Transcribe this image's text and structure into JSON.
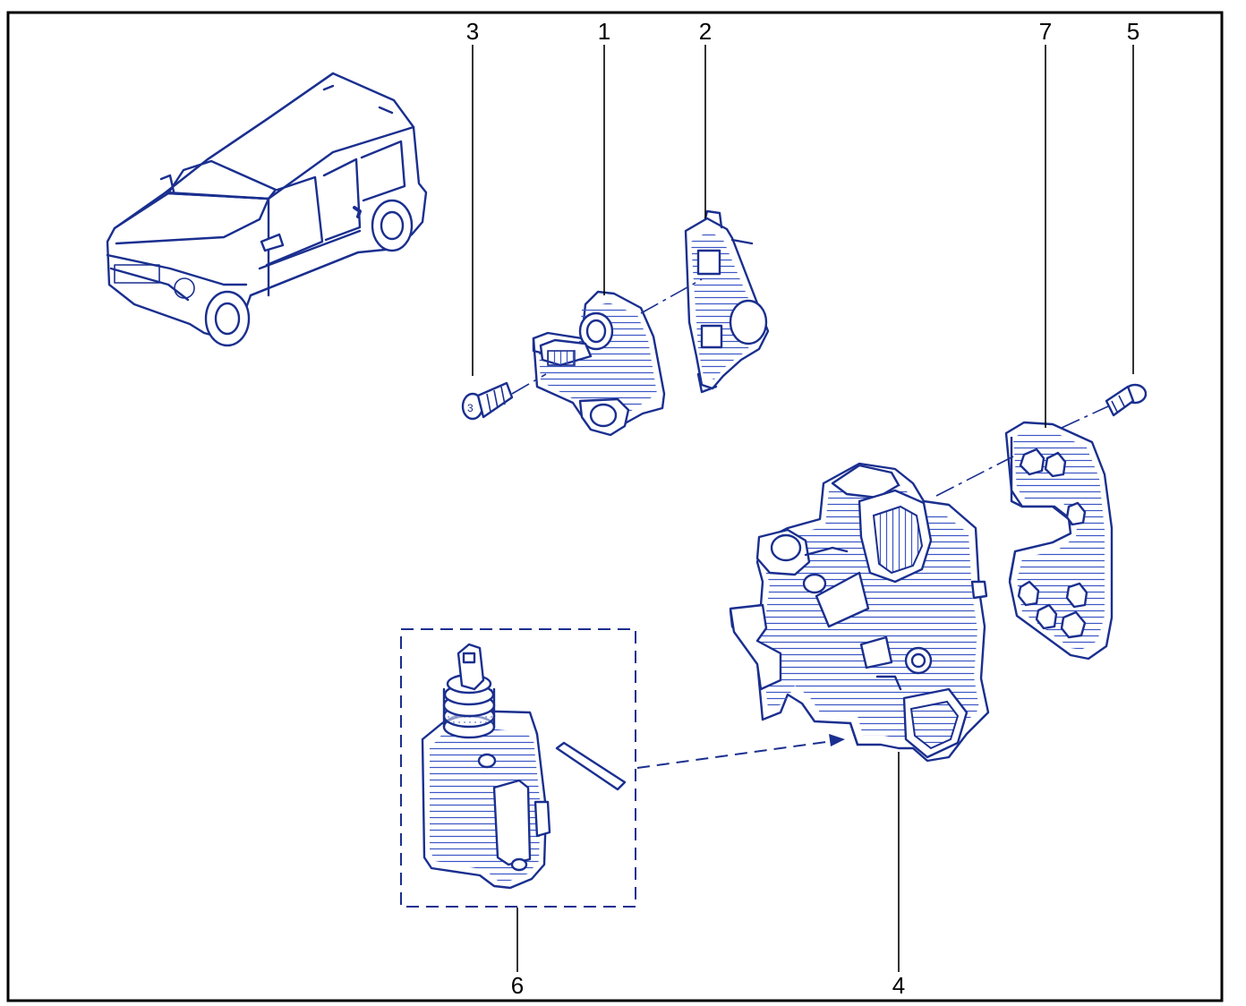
{
  "diagram": {
    "callouts": [
      {
        "id": "part-3",
        "label": "3"
      },
      {
        "id": "part-1",
        "label": "1"
      },
      {
        "id": "part-2",
        "label": "2"
      },
      {
        "id": "part-7",
        "label": "7"
      },
      {
        "id": "part-5",
        "label": "5"
      },
      {
        "id": "part-6",
        "label": "6"
      },
      {
        "id": "part-4",
        "label": "4"
      }
    ],
    "line_color": "#1a2f8f"
  }
}
